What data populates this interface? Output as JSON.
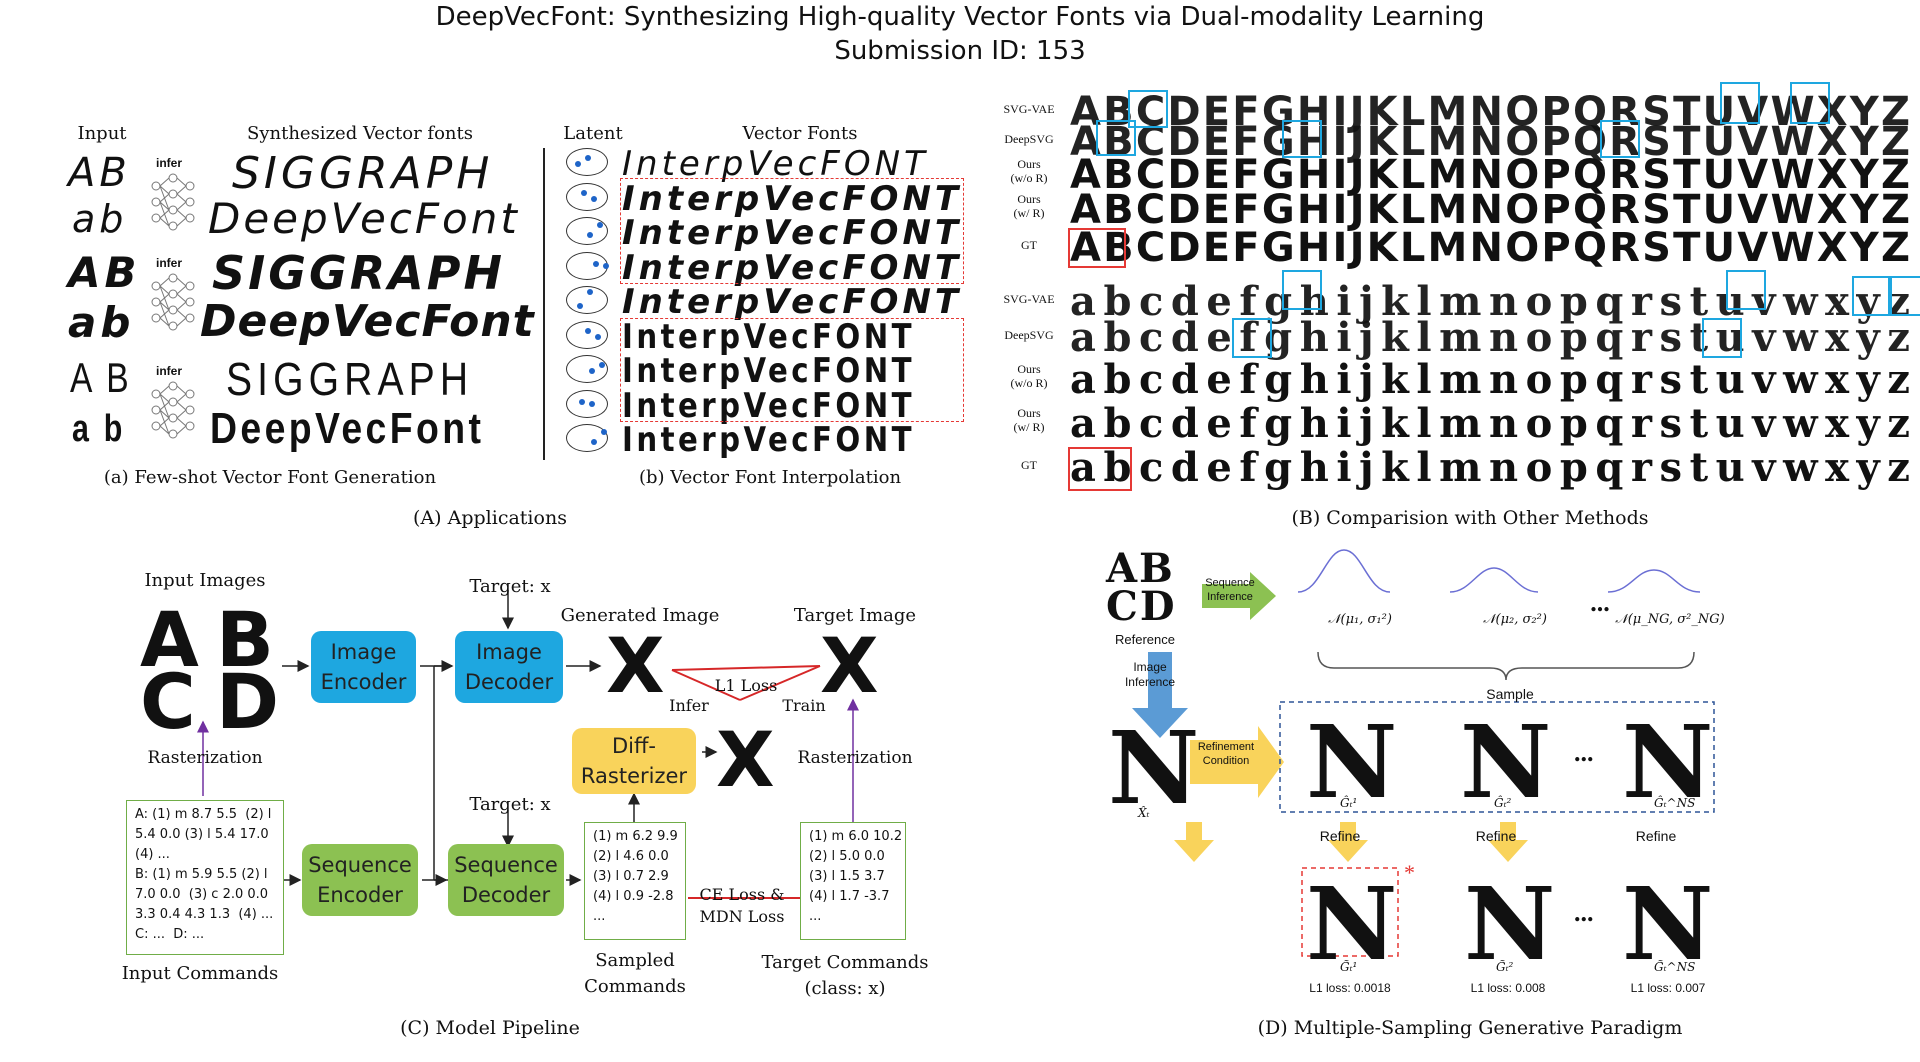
{
  "header": {
    "title": "DeepVecFont: Synthesizing High-quality Vector Fonts via Dual-modality Learning",
    "subtitle": "Submission ID: 153"
  },
  "panelA": {
    "label_input": "Input",
    "label_synth": "Synthesized Vector fonts",
    "label_infer": "infer",
    "label_latent": "Latent",
    "label_vecfonts": "Vector Fonts",
    "rows": [
      {
        "upper": "AB",
        "lower": "ab",
        "out1": "SIGGRAPH",
        "out2": "DeepVecFont"
      },
      {
        "upper": "AB",
        "lower": "ab",
        "out1": "SIGGRAPH",
        "out2": "DeepVecFont"
      },
      {
        "upper": "A B",
        "lower": "a b",
        "out1": "SIGGRAPH",
        "out2": "DeepVecFont"
      }
    ],
    "interp_text": "InterpVecFONT",
    "cap_a": "(a) Few-shot Vector Font Generation",
    "cap_b": "(b) Vector Font Interpolation",
    "caption": "(A) Applications"
  },
  "panelB": {
    "row_labels": [
      "SVG-VAE",
      "DeepSVG",
      "Ours\n(w/o R)",
      "Ours\n(w/ R)",
      "GT",
      "SVG-VAE",
      "DeepSVG",
      "Ours\n(w/o R)",
      "Ours\n(w/ R)",
      "GT"
    ],
    "upper": "ABCDEFGHIJKLMNOPQRSTUVWXYZ",
    "lower": "abcdefghijklmnopqrstuvwxyz",
    "caption": "(B) Comparision with Other Methods"
  },
  "panelC": {
    "input_images": "Input Images",
    "target_x1": "Target: x",
    "target_x2": "Target: x",
    "generated_image": "Generated Image",
    "target_image": "Target Image",
    "image_encoder": "Image\nEncoder",
    "image_decoder": "Image\nDecoder",
    "sequence_encoder": "Sequence\nEncoder",
    "sequence_decoder": "Sequence\nDecoder",
    "diff_rasterizer": "Diff-\nRasterizer",
    "l1_loss": "L1 Loss",
    "infer": "Infer",
    "train": "Train",
    "rasterization1": "Rasterization",
    "rasterization2": "Rasterization",
    "ce_loss": "CE Loss &\nMDN Loss",
    "input_cmds": "A: (1) m 8.7 5.5  (2) l\n5.4 0.0 (3) l 5.4 17.0\n(4) ...\nB: (1) m 5.9 5.5 (2) l\n7.0 0.0  (3) c 2.0 0.0\n3.3 0.4 4.3 1.3  (4) ...\nC: ...  D: ...",
    "sampled_cmds": "(1) m 6.2 9.9\n(2) l 4.6 0.0\n(3) l 0.7 2.9\n(4) l 0.9 -2.8\n...",
    "target_cmds": "(1) m 6.0 10.2\n(2) l 5.0 0.0\n(3) l 1.5 3.7\n(4) l 1.7 -3.7\n...",
    "input_commands": "Input Commands",
    "sampled_commands": "Sampled\nCommands",
    "target_commands": "Target Commands\n(class: x)",
    "letters": [
      "A",
      "B",
      "C",
      "D"
    ],
    "x": "X",
    "caption": "(C) Model Pipeline"
  },
  "panelD": {
    "reference": "Reference",
    "seq_inference": "Sequence\nInference",
    "img_inference": "Image\nInference",
    "refinement_condition": "Refinement\nCondition",
    "sample": "Sample",
    "refine": "Refine",
    "gauss": [
      "𝒩(μ₁, σ₁²)",
      "𝒩(μ₂, σ₂²)",
      "𝒩(μ_NG, σ²_NG)"
    ],
    "xt": "X̂ₜ",
    "g_labels": [
      "Ĝₜ¹",
      "Ĝₜ²",
      "Ĝₜ^NS"
    ],
    "gt_labels": [
      "G̃ₜ¹",
      "G̃ₜ²",
      "G̃ₜ^NS"
    ],
    "losses": [
      "L1 loss: 0.0018",
      "L1 loss: 0.008",
      "L1 loss: 0.007"
    ],
    "ellipsis": "...",
    "star": "*",
    "letters": "ABCD",
    "n": "N",
    "caption": "(D) Multiple-Sampling Generative Paradigm"
  }
}
